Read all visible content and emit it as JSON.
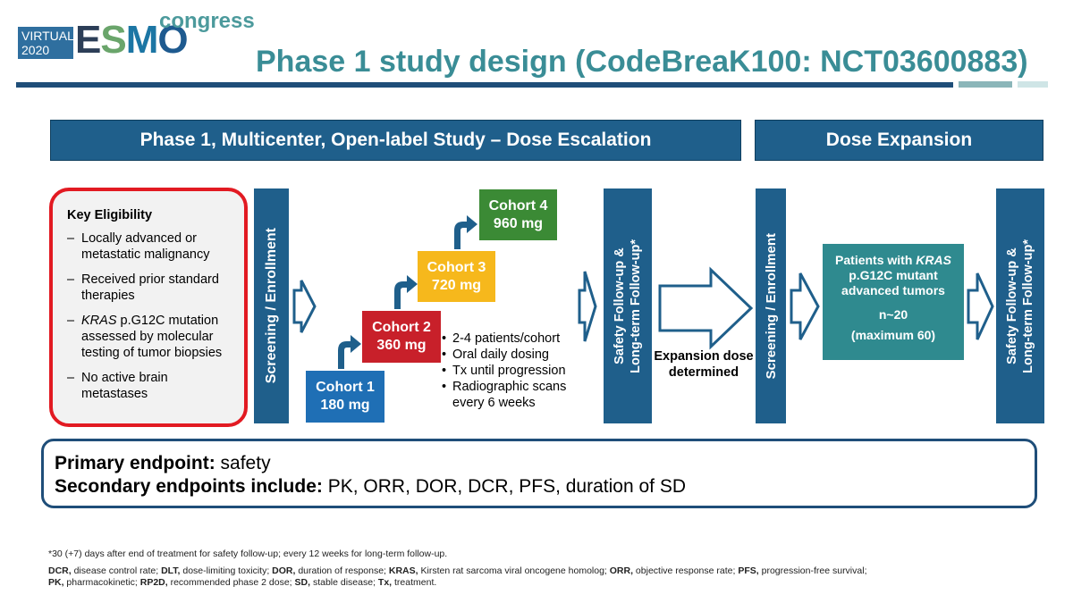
{
  "logo": {
    "virtual": "VIRTUAL",
    "year": "2020",
    "brand_e": "E",
    "brand_s": "S",
    "brand_m": "M",
    "brand_o": "O",
    "congress": "congress"
  },
  "title": "Phase 1 study design (CodeBreaK100: NCT03600883)",
  "headers": {
    "escalation": "Phase 1, Multicenter, Open-label Study – Dose Escalation",
    "expansion": "Dose Expansion"
  },
  "eligibility": {
    "heading": "Key Eligibility",
    "items": [
      {
        "italic": "",
        "text": "Locally advanced or metastatic malignancy"
      },
      {
        "italic": "",
        "text": "Received prior standard therapies"
      },
      {
        "italic": "KRAS",
        "text": " p.G12C mutation assessed by molecular testing of tumor biopsies"
      },
      {
        "italic": "",
        "text": "No active brain metastases"
      }
    ]
  },
  "bars": {
    "screening1": "Screening / Enrollment",
    "safety1_line1": "Safety Follow-up &",
    "safety1_line2": "Long-term Follow-up*",
    "screening2": "Screening / Enrollment",
    "safety2_line1": "Safety Follow-up &",
    "safety2_line2": "Long-term Follow-up*"
  },
  "cohorts": [
    {
      "name": "Cohort 1",
      "dose": "180 mg",
      "color": "#1f6fb5"
    },
    {
      "name": "Cohort 2",
      "dose": "360 mg",
      "color": "#c8202a"
    },
    {
      "name": "Cohort 3",
      "dose": "720 mg",
      "color": "#f6b81c"
    },
    {
      "name": "Cohort 4",
      "dose": "960 mg",
      "color": "#3b8a35"
    }
  ],
  "notes": [
    "2-4 patients/cohort",
    "Oral daily dosing",
    "Tx until progression",
    "Radiographic scans every 6 weeks"
  ],
  "expansion_label": "Expansion dose determined",
  "patients": {
    "line1_pre": "Patients with ",
    "line1_italic": "KRAS",
    "line2": "p.G12C mutant advanced tumors",
    "n": "n~20",
    "max": "(maximum 60)"
  },
  "endpoints": {
    "primary_label": "Primary endpoint:",
    "primary_value": " safety",
    "secondary_label": "Secondary endpoints include:",
    "secondary_value": " PK, ORR, DOR, DCR, PFS, duration of SD"
  },
  "footnote": "*30 (+7) days after end of treatment for safety follow-up; every 12 weeks for long-term follow-up.",
  "abbreviations": [
    {
      "abbr": "DCR,",
      "def": " disease control rate; "
    },
    {
      "abbr": "DLT,",
      "def": " dose-limiting toxicity; "
    },
    {
      "abbr": "DOR,",
      "def": " duration of response; "
    },
    {
      "abbr": "KRAS,",
      "def": " Kirsten rat sarcoma viral oncogene homolog; "
    },
    {
      "abbr": "ORR,",
      "def": " objective response rate; "
    },
    {
      "abbr": "PFS,",
      "def": " progression-free survival; "
    },
    {
      "abbr": "PK,",
      "def": " pharmacokinetic; "
    },
    {
      "abbr": "RP2D,",
      "def": " recommended phase 2 dose; "
    },
    {
      "abbr": "SD,",
      "def": " stable disease; "
    },
    {
      "abbr": "Tx,",
      "def": " treatment."
    }
  ],
  "colors": {
    "primary_blue": "#1f5f8b",
    "teal": "#2f8a8f",
    "red_border": "#e21a22"
  }
}
